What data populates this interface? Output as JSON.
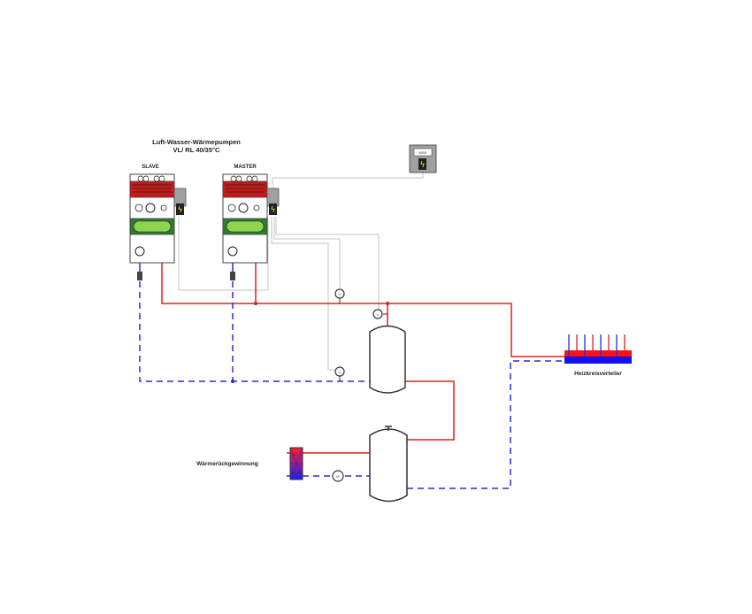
{
  "title": {
    "line1": "Luft-Wasser-Wärmepumpen",
    "line2": "VL/ RL 40/35°C"
  },
  "heat_pumps": [
    {
      "label": "SLAVE"
    },
    {
      "label": "MASTER"
    }
  ],
  "controller": {
    "label": "MSR",
    "icon": "lightning-icon"
  },
  "distributor": {
    "label": "Heizkreisverteiler",
    "circuits": 4
  },
  "heat_recovery": {
    "label": "Wärmerückgewinnung"
  },
  "sensor_label": "TF",
  "pump_label": "UP",
  "colors": {
    "supply": "#e02020",
    "return": "#2b2bd6",
    "signal": "#cfcfcf",
    "condenser": "#c81818",
    "evaporator": "#2f7a2f",
    "evaporator_inner": "#8fd44f",
    "electric_box": "#a0a0a0",
    "lightning": "#f5e642"
  }
}
